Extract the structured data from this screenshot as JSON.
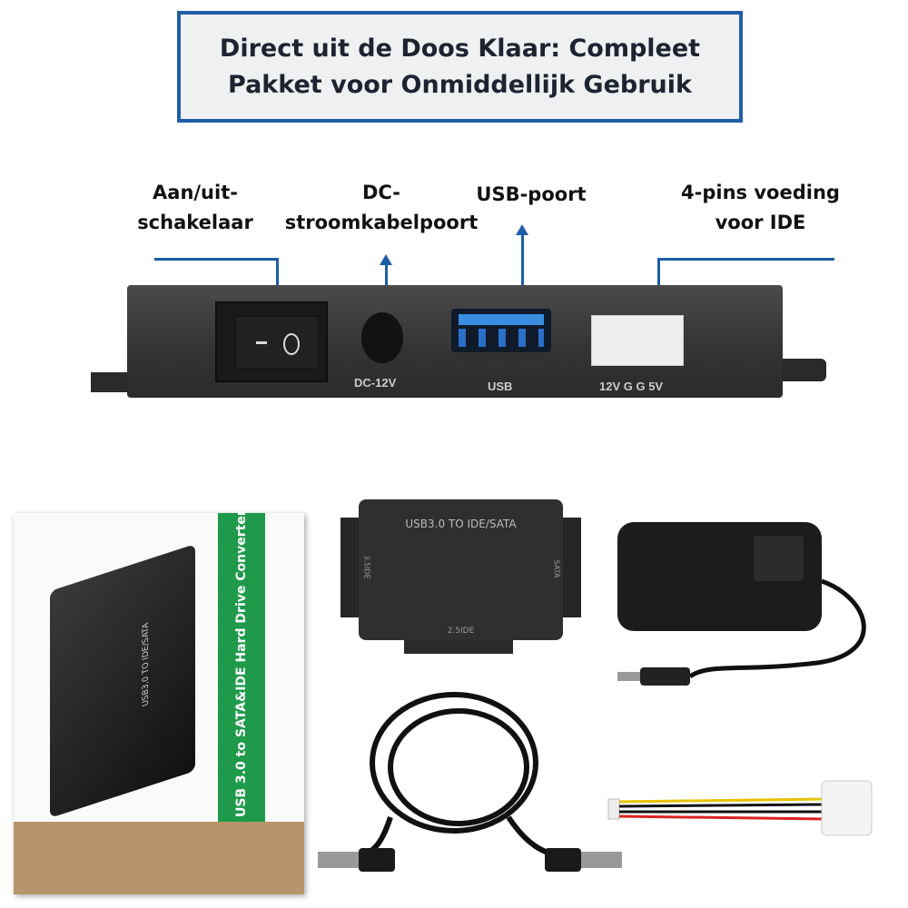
{
  "title": "Direct uit de Doos Klaar: Compleet\nPakket voor Onmiddellijk Gebruik",
  "callouts": {
    "switch": "Aan/uit-\nschakelaar",
    "dc": "DC-\nstroomkabelpoort",
    "usb": "USB-poort",
    "ide_power": "4-pins voeding\nvoor IDE"
  },
  "device_labels": {
    "dc": "DC-12V",
    "usb": "USB",
    "power": "12V G G 5V"
  },
  "adapter_labels": {
    "main": "USB3.0 TO IDE/SATA",
    "left": "3.5IDE",
    "right": "SATA",
    "bottom": "2.5IDE"
  },
  "box": {
    "stripe_text": "USB 3.0 to SATA&IDE Hard Drive Converter",
    "device_text": "USB3.0 TO IDE/SATA"
  },
  "colors": {
    "accent": "#1f5ea6",
    "box_green": "#1f9a4a",
    "device": "#3a3a3a"
  }
}
